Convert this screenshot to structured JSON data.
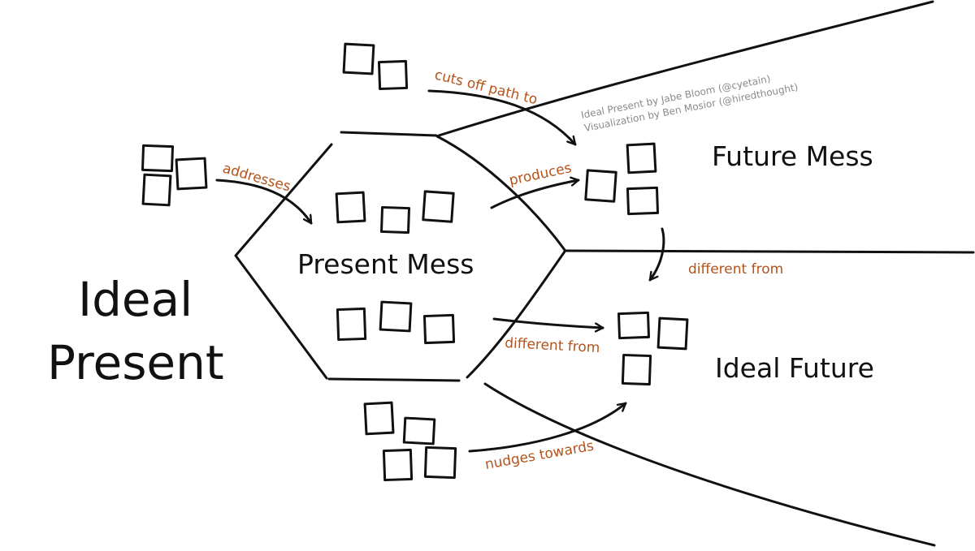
{
  "colors": {
    "ink": "#111111",
    "relation_label": "#b5531a",
    "credit_text": "#8a8a8a"
  },
  "regions": {
    "ideal_present": {
      "line1": "Ideal",
      "line2": "Present"
    },
    "present_mess": "Present Mess",
    "future_mess": "Future Mess",
    "ideal_future": "Ideal Future"
  },
  "relations": {
    "cuts_off_path_to": "cuts off path to",
    "addresses": "addresses",
    "produces": "produces",
    "different_from_future": "different from",
    "different_from_present": "different from",
    "nudges_towards": "nudges towards"
  },
  "credits": {
    "line1": "Ideal Present by Jabe Bloom (@cyetain)",
    "line2": "Visualization by Ben Mosior (@hiredthought)"
  }
}
